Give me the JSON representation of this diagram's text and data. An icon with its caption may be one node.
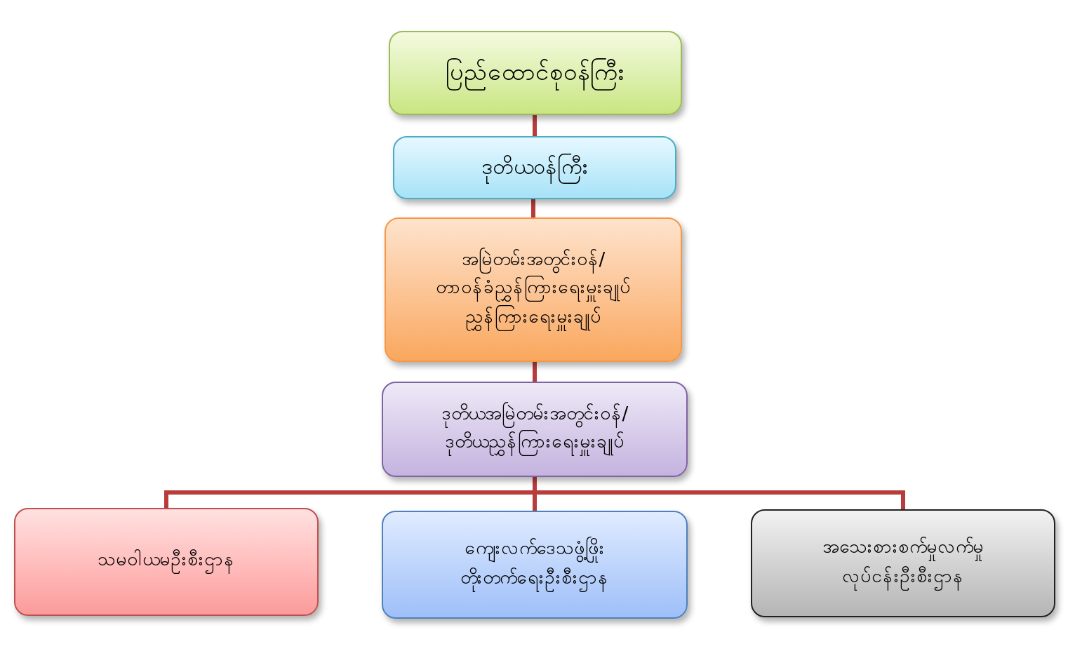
{
  "diagram": {
    "nodes": [
      {
        "text": [
          "ပြည်ထောင်စုဝန်ကြီး"
        ]
      },
      {
        "text": [
          "ဒုတိယဝန်ကြီး"
        ]
      },
      {
        "text": [
          "အမြဲတမ်းအတွင်းဝန်/",
          "တာဝန်ခံညွှန်ကြားရေးမှူးချုပ်",
          "ညွှန်ကြားရေးမှူးချုပ်"
        ]
      },
      {
        "text": [
          "ဒုတိယအမြဲတမ်းအတွင်းဝန်/",
          "ဒုတိယညွှန်ကြားရေးမှူးချုပ်"
        ]
      },
      {
        "text": [
          "သမဝါယမဦးစီးဌာန"
        ]
      },
      {
        "text": [
          "ကျေးလက်ဒေသဖွံ့ဖြိုး",
          "တိုးတက်ရေးဦးစီးဌာန"
        ]
      },
      {
        "text": [
          "အသေးစားစက်မှုလက်မှု",
          "လုပ်ငန်းဦးစီးဌာန"
        ]
      }
    ],
    "edges": [
      {
        "from": 0,
        "to": 1,
        "arrow": "none"
      },
      {
        "from": 1,
        "to": 2,
        "arrow": "none"
      },
      {
        "from": 2,
        "to": 3,
        "arrow": "none"
      },
      {
        "from": 3,
        "to": 4,
        "arrow": "none"
      },
      {
        "from": 3,
        "to": 5,
        "arrow": "none"
      },
      {
        "from": 3,
        "to": 6,
        "arrow": "none"
      }
    ]
  }
}
